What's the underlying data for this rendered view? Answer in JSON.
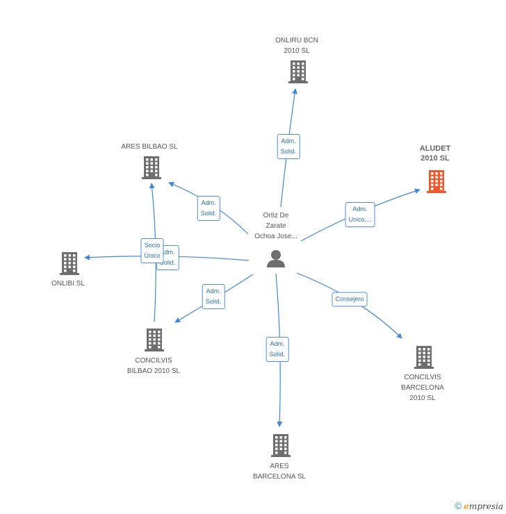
{
  "center": {
    "name_lines": [
      "Ortiz De",
      "Zarate",
      "Ochoa Jose..."
    ],
    "icon": "person-icon"
  },
  "companies": [
    {
      "id": "onliru",
      "name_lines": [
        "ONLIRU BCN",
        "2010 SL"
      ],
      "icon": "building-icon",
      "highlight": false
    },
    {
      "id": "aludet",
      "name_lines": [
        "ALUDET",
        "2010 SL"
      ],
      "icon": "building-icon",
      "highlight": true
    },
    {
      "id": "ares_bilbao",
      "name_lines": [
        "ARES BILBAO SL"
      ],
      "icon": "building-icon",
      "highlight": false
    },
    {
      "id": "onlibi",
      "name_lines": [
        "ONLIBI SL"
      ],
      "icon": "building-icon",
      "highlight": false
    },
    {
      "id": "concilvis_bilbao",
      "name_lines": [
        "CONCILVIS",
        "BILBAO 2010 SL"
      ],
      "icon": "building-icon",
      "highlight": false
    },
    {
      "id": "concilvis_barcelona",
      "name_lines": [
        "CONCILVIS",
        "BARCELONA",
        "2010 SL"
      ],
      "icon": "building-icon",
      "highlight": false
    },
    {
      "id": "ares_barcelona",
      "name_lines": [
        "ARES",
        "BARCELONA SL"
      ],
      "icon": "building-icon",
      "highlight": false
    }
  ],
  "edges": [
    {
      "to": "onliru",
      "label_lines": [
        "Adm.",
        "Solid."
      ]
    },
    {
      "to": "aludet",
      "label_lines": [
        "Adm.",
        "Unico,..."
      ]
    },
    {
      "to": "ares_bilbao",
      "label_lines": [
        "Adm.",
        "Solid."
      ]
    },
    {
      "to": "onlibi",
      "label_lines": [
        "Adm.",
        "Solid."
      ]
    },
    {
      "to": "concilvis_bilbao",
      "label_lines": [
        "Adm.",
        "Solid."
      ]
    },
    {
      "to": "concilvis_barcelona",
      "label_lines": [
        "Consejero"
      ]
    },
    {
      "to": "ares_barcelona",
      "label_lines": [
        "Adm.",
        "Solid."
      ]
    },
    {
      "from": "concilvis_bilbao",
      "to": "ares_bilbao",
      "label_lines": [
        "Socio",
        "Único"
      ]
    }
  ],
  "colors": {
    "edge": "#3f87d8",
    "building": "#6e6e6e",
    "highlight": "#f0592b",
    "person": "#6e6e6e"
  },
  "brand": {
    "copyright": "©",
    "initial": "e",
    "rest": "mpresia"
  }
}
